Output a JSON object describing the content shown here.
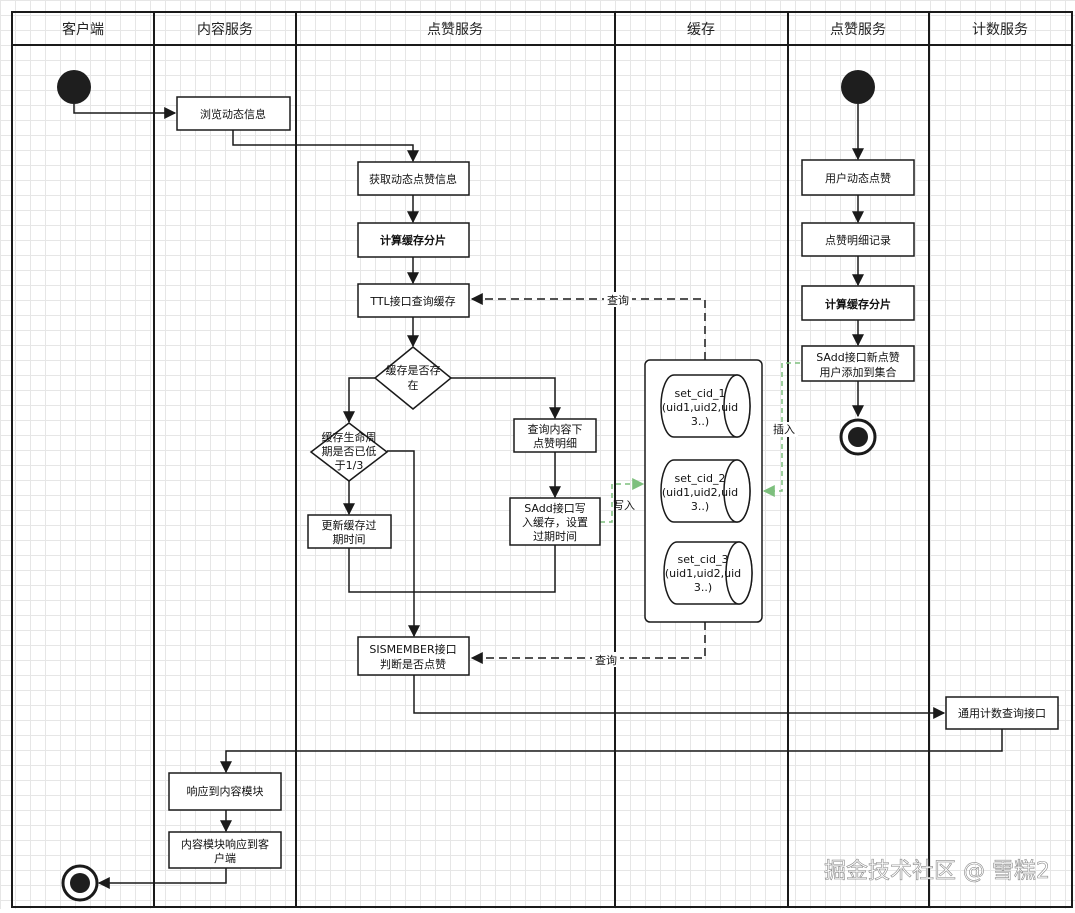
{
  "lanes": [
    "客户端",
    "内容服务",
    "点赞服务",
    "缓存",
    "点赞服务",
    "计数服务"
  ],
  "nodes": {
    "browse": "浏览动态信息",
    "get_like_info": "获取动态点赞信息",
    "calc_shard_1": "计算缓存分片",
    "ttl_query": "TTL接口查询缓存",
    "cache_exists": [
      "缓存是否存",
      "在"
    ],
    "ttl_check": [
      "缓存生命周",
      "期是否已低",
      "于1/3"
    ],
    "query_detail": [
      "查询内容下",
      "点赞明细"
    ],
    "update_ttl": [
      "更新缓存过",
      "期时间"
    ],
    "sadd_write": [
      "SAdd接口写",
      "入缓存，设置",
      "过期时间"
    ],
    "sismember": [
      "SISMEMBER接口",
      "判断是否点赞"
    ],
    "user_like": "用户动态点赞",
    "like_record": "点赞明细记录",
    "calc_shard_2": "计算缓存分片",
    "sadd_add": [
      "SAdd接口新点赞",
      "用户添加到集合"
    ],
    "count_query": "通用计数查询接口",
    "respond_content": "响应到内容模块",
    "respond_client": [
      "内容模块响应到客",
      "户端"
    ]
  },
  "cache_sets": [
    [
      "set_cid_1",
      "(uid1,uid2,uid",
      "3..)"
    ],
    [
      "set_cid_2",
      "(uid1,uid2,uid",
      "3..)"
    ],
    [
      "set_cid_3",
      "(uid1,uid2,uid",
      "3..)"
    ]
  ],
  "edge_labels": {
    "query_top": "查询",
    "query_bottom": "查询",
    "write": "写入",
    "insert": "插入"
  },
  "watermark": "掘金技术社区 @ 雪糕2",
  "colors": {
    "line": "#1a1a1a",
    "dashed_green": "#7dbf7d",
    "node_fill": "#ffffff",
    "dot": "#1e1e1e"
  }
}
